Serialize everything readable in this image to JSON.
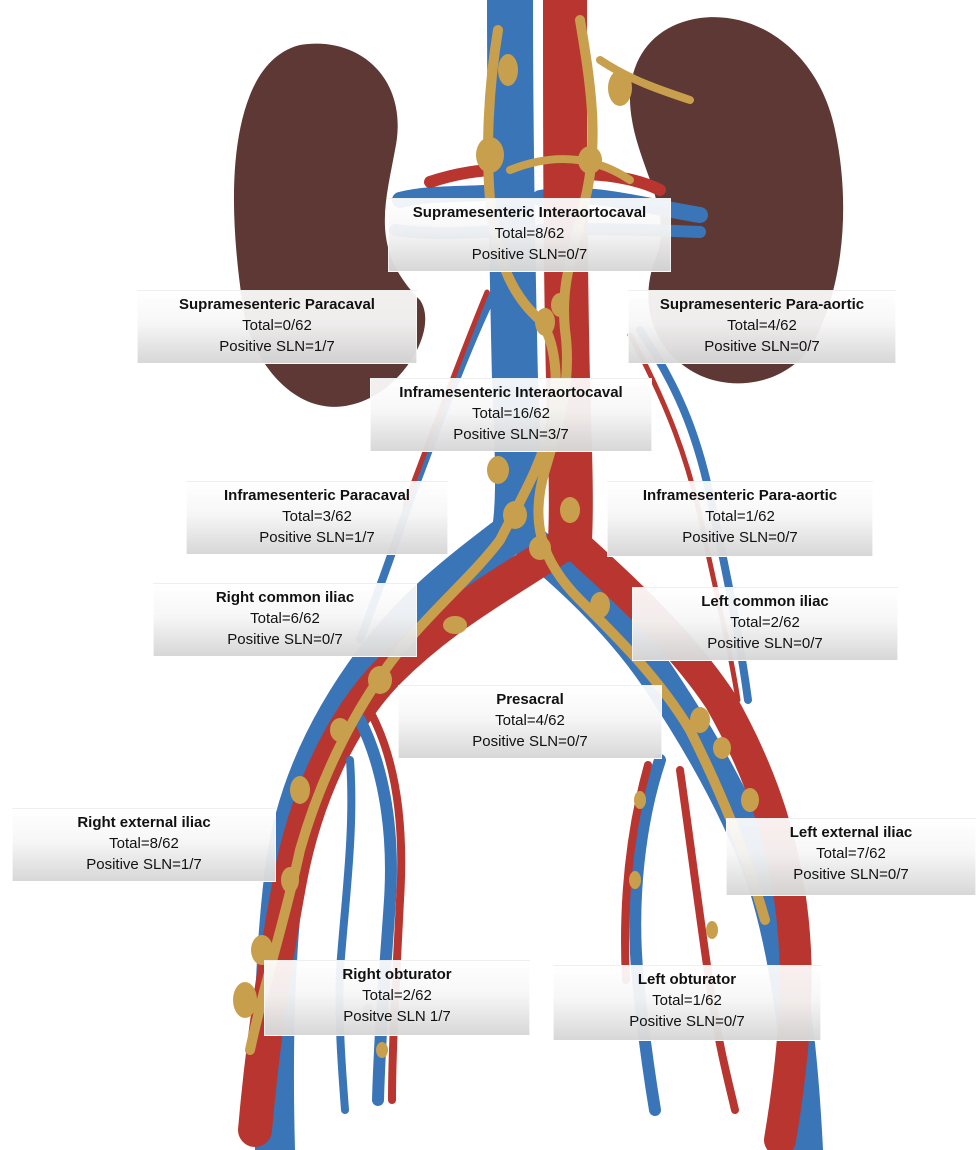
{
  "colors": {
    "kidney": "#5e3835",
    "vein": "#3a75b7",
    "artery": "#b8362f",
    "lymph": "#c8a04d"
  },
  "regions": {
    "supramesenteric_interaortocaval": {
      "title": "Supramesenteric Interaortocaval",
      "total": "Total=8/62",
      "positive": "Positive SLN=0/7"
    },
    "supramesenteric_paracaval": {
      "title": "Supramesenteric Paracaval",
      "total": "Total=0/62",
      "positive": "Positive SLN=1/7"
    },
    "supramesenteric_para_aortic": {
      "title": "Supramesenteric Para-aortic",
      "total": "Total=4/62",
      "positive": "Positive SLN=0/7"
    },
    "inframesenteric_interaortocaval": {
      "title": "Inframesenteric Interaortocaval",
      "total": "Total=16/62",
      "positive": "Positive SLN=3/7"
    },
    "inframesenteric_paracaval": {
      "title": "Inframesenteric Paracaval",
      "total": "Total=3/62",
      "positive": "Positive SLN=1/7"
    },
    "inframesenteric_para_aortic": {
      "title": "Inframesenteric Para-aortic",
      "total": "Total=1/62",
      "positive": "Positive SLN=0/7"
    },
    "right_common_iliac": {
      "title": "Right common iliac",
      "total": "Total=6/62",
      "positive": "Positive SLN=0/7"
    },
    "left_common_iliac": {
      "title": "Left common iliac",
      "total": "Total=2/62",
      "positive": "Positive SLN=0/7"
    },
    "presacral": {
      "title": "Presacral",
      "total": "Total=4/62",
      "positive": "Positive SLN=0/7"
    },
    "right_external_iliac": {
      "title": "Right external iliac",
      "total": "Total=8/62",
      "positive": "Positive SLN=1/7"
    },
    "left_external_iliac": {
      "title": "Left external iliac",
      "total": "Total=7/62",
      "positive": "Positive SLN=0/7"
    },
    "right_obturator": {
      "title": "Right obturator",
      "total": "Total=2/62",
      "positive": "Positve SLN 1/7"
    },
    "left_obturator": {
      "title": "Left obturator",
      "total": "Total=1/62",
      "positive": "Positive SLN=0/7"
    }
  }
}
